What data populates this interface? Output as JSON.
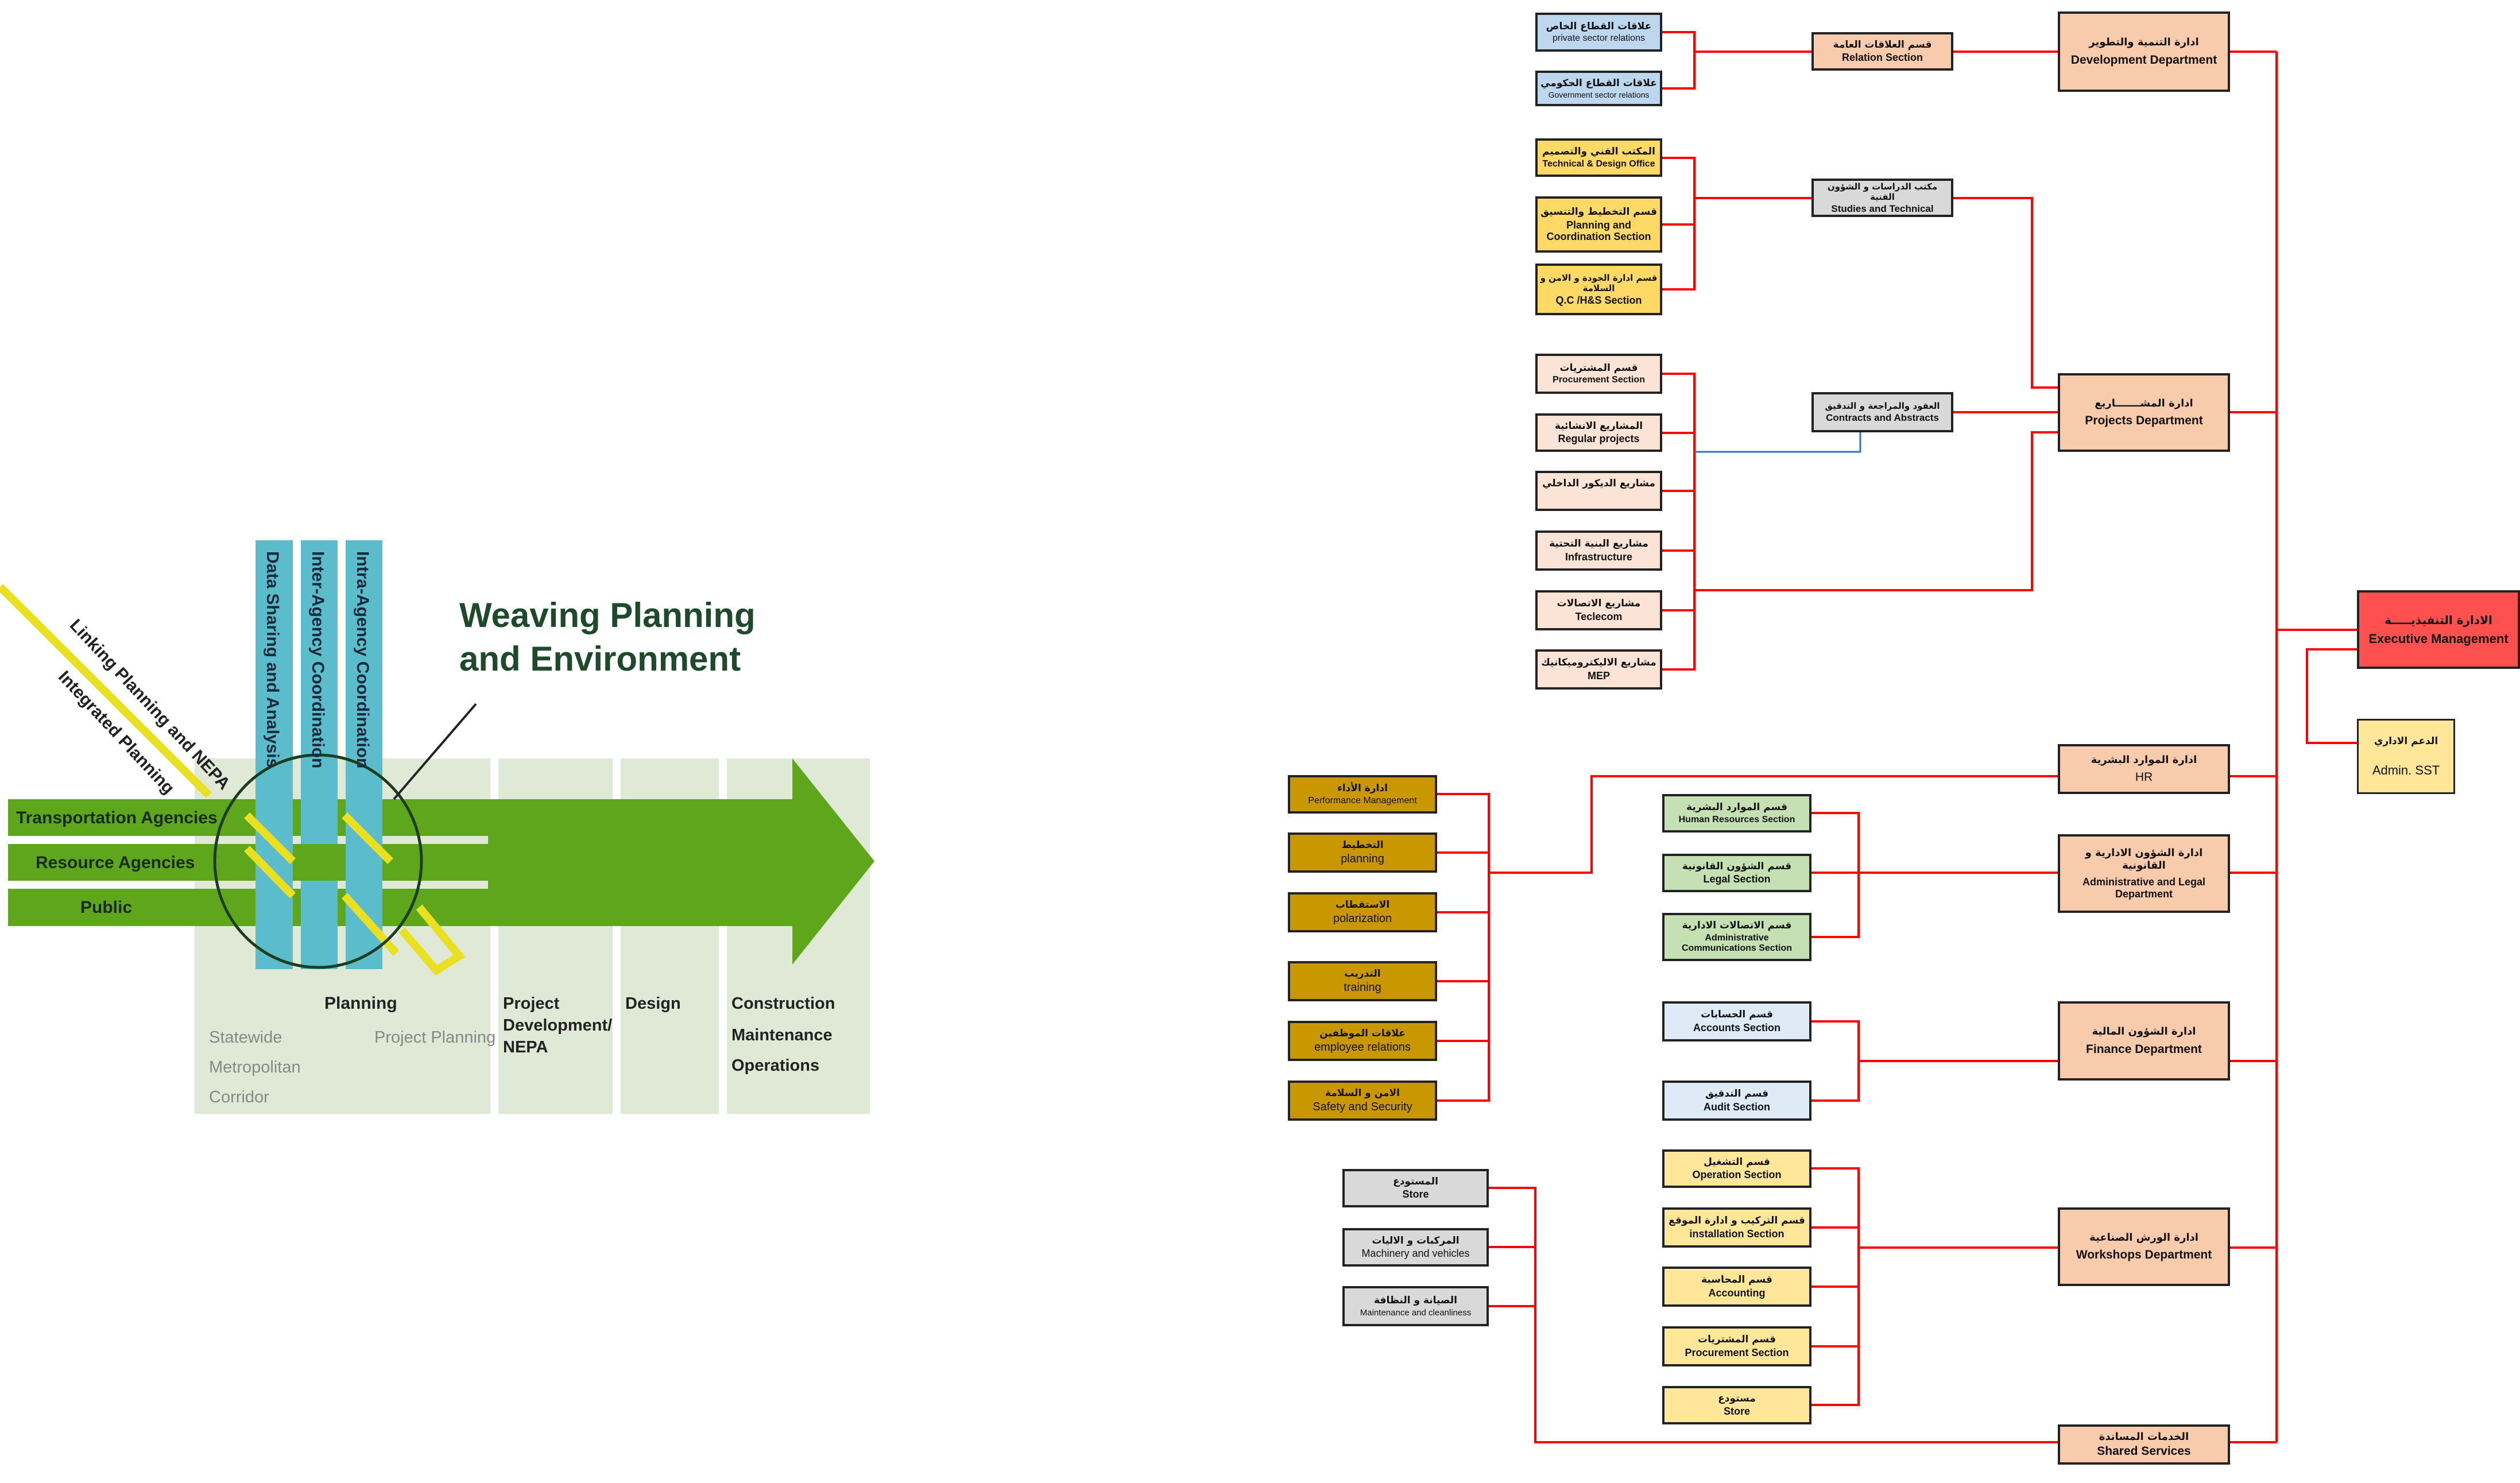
{
  "graphic": {
    "title_line1": "Weaving Planning",
    "title_line2": "and Environment",
    "diagonal_labels": [
      "Linking Planning and NEPA",
      "Integrated Planning"
    ],
    "vertical_labels": [
      "Data Sharing and Analysis",
      "Inter-Agency Coordination",
      "Intra-Agency Coordination"
    ],
    "bands": [
      "Transportation Agencies",
      "Resource Agencies",
      "Public"
    ],
    "phases": {
      "planning": "Planning",
      "planning_sub_left": [
        "Statewide",
        "Metropolitan",
        "Corridor"
      ],
      "planning_sub_right": "Project Planning",
      "project_dev": [
        "Project",
        "Development/",
        "NEPA"
      ],
      "design": "Design",
      "construction": [
        "Construction",
        "Maintenance",
        "Operations"
      ]
    },
    "colors": {
      "arrow": "#5ea71c",
      "bars": "#5bbccc",
      "yellow": "#e8e020",
      "panel": "#dfe9d6"
    }
  },
  "org": {
    "executive": {
      "ar": "الادارة التنفيذيـــــة",
      "en": "Executive Management"
    },
    "admin_support": {
      "ar": "الدعم الاداري",
      "en": "Admin. SST"
    },
    "dept_development": {
      "ar": "ادارة التنمية والتطوير",
      "en": "Development Department"
    },
    "sec_relation": {
      "ar": "قسم العلاقات العامة",
      "en": "Relation Section"
    },
    "u_private": {
      "ar": "علاقات القطاع الخاص",
      "en": "private sector relations"
    },
    "u_government": {
      "ar": "علاقات القطاع الحكومي",
      "en": "Government sector relations"
    },
    "sec_studies": {
      "ar": "مكتب الدراسات و الشؤون الفنية",
      "en": "Studies and Technical"
    },
    "u_tech_design": {
      "ar": "المكتب الفني والتصميم",
      "en": "Technical & Design Office"
    },
    "u_planning_coord": {
      "ar": "قسم التخطيط والتنسيق",
      "en": "Planning and Coordination Section"
    },
    "u_qc": {
      "ar": "قسم ادارة الجودة و الامن و السلامة",
      "en": "Q.C /H&S Section"
    },
    "dept_projects": {
      "ar": "ادارة المشـــــــاريع",
      "en": "Projects Department"
    },
    "sec_contracts": {
      "ar": "العقود والمراجعة و التدقيق",
      "en": "Contracts and Abstracts"
    },
    "u_procurement": {
      "ar": "قسم المشتريات",
      "en": "Procurement Section"
    },
    "u_regular": {
      "ar": "المشاريع الانشائية",
      "en": "Regular projects"
    },
    "u_decor": {
      "ar": "مشاريع الديكور الداخلي"
    },
    "u_infra": {
      "ar": "مشاريع البنية التحتية",
      "en": "Infrastructure"
    },
    "u_telecom": {
      "ar": "مشاريع الاتصالات",
      "en": "Teclecom"
    },
    "u_mep": {
      "ar": "مشاريع الاليكتروميكانيك",
      "en": "MEP"
    },
    "dept_hr": {
      "ar": "ادارة الموارد البشرية",
      "en": "HR"
    },
    "u_performance": {
      "ar": "ادارة الأداء",
      "en": "Performance Management"
    },
    "u_planning": {
      "ar": "التخطيط",
      "en": "planning"
    },
    "u_polarization": {
      "ar": "الاستقطاب",
      "en": "polarization"
    },
    "u_training": {
      "ar": "التدريب",
      "en": "training"
    },
    "u_employee": {
      "ar": "علاقات الموظفين",
      "en": "employee relations"
    },
    "u_safety": {
      "ar": "الامن و السلامة",
      "en": "Safety and Security"
    },
    "dept_admin_legal": {
      "ar": "ادارة الشؤون الادارية و القانونية",
      "en": "Administrative and Legal Department"
    },
    "s_hr": {
      "ar": "قسم الموارد البشرية",
      "en": "Human Resources Section"
    },
    "s_legal": {
      "ar": "قسم الشؤون القانونية",
      "en": "Legal Section"
    },
    "s_admin_comm": {
      "ar": "قسم الاتصالات الادارية",
      "en": "Administrative Communications Section"
    },
    "dept_finance": {
      "ar": "ادارة الشؤون المالية",
      "en": "Finance Department"
    },
    "s_accounts": {
      "ar": "قسم الحسابات",
      "en": "Accounts Section"
    },
    "s_audit": {
      "ar": "قسم التدقيق",
      "en": "Audit Section"
    },
    "dept_workshops": {
      "ar": "ادارة الورش الصناعية",
      "en": "Workshops Department"
    },
    "s_operation": {
      "ar": "قسم التشغيل",
      "en": "Operation Section"
    },
    "s_installation": {
      "ar": "قسم التركيب و ادارة الموقع",
      "en": "installation Section"
    },
    "s_accounting": {
      "ar": "قسم المحاسبة",
      "en": "Accounting"
    },
    "s_procurement": {
      "ar": "قسم المشتريات",
      "en": "Procurement Section"
    },
    "s_store": {
      "ar": "مستودع",
      "en": "Store"
    },
    "dept_shared": {
      "ar": "الخدمات المساندة",
      "en": "Shared Services"
    },
    "g_store": {
      "ar": "المستودع",
      "en": "Store"
    },
    "g_machinery": {
      "ar": "المركبات و الاليات",
      "en": "Machinery and vehicles"
    },
    "g_maintenance": {
      "ar": "الصيانة و النظافة",
      "en": "Maintenance and cleanliness"
    },
    "colors": {
      "connector": "#ff0000",
      "contracts_link": "#2e75b6"
    }
  }
}
